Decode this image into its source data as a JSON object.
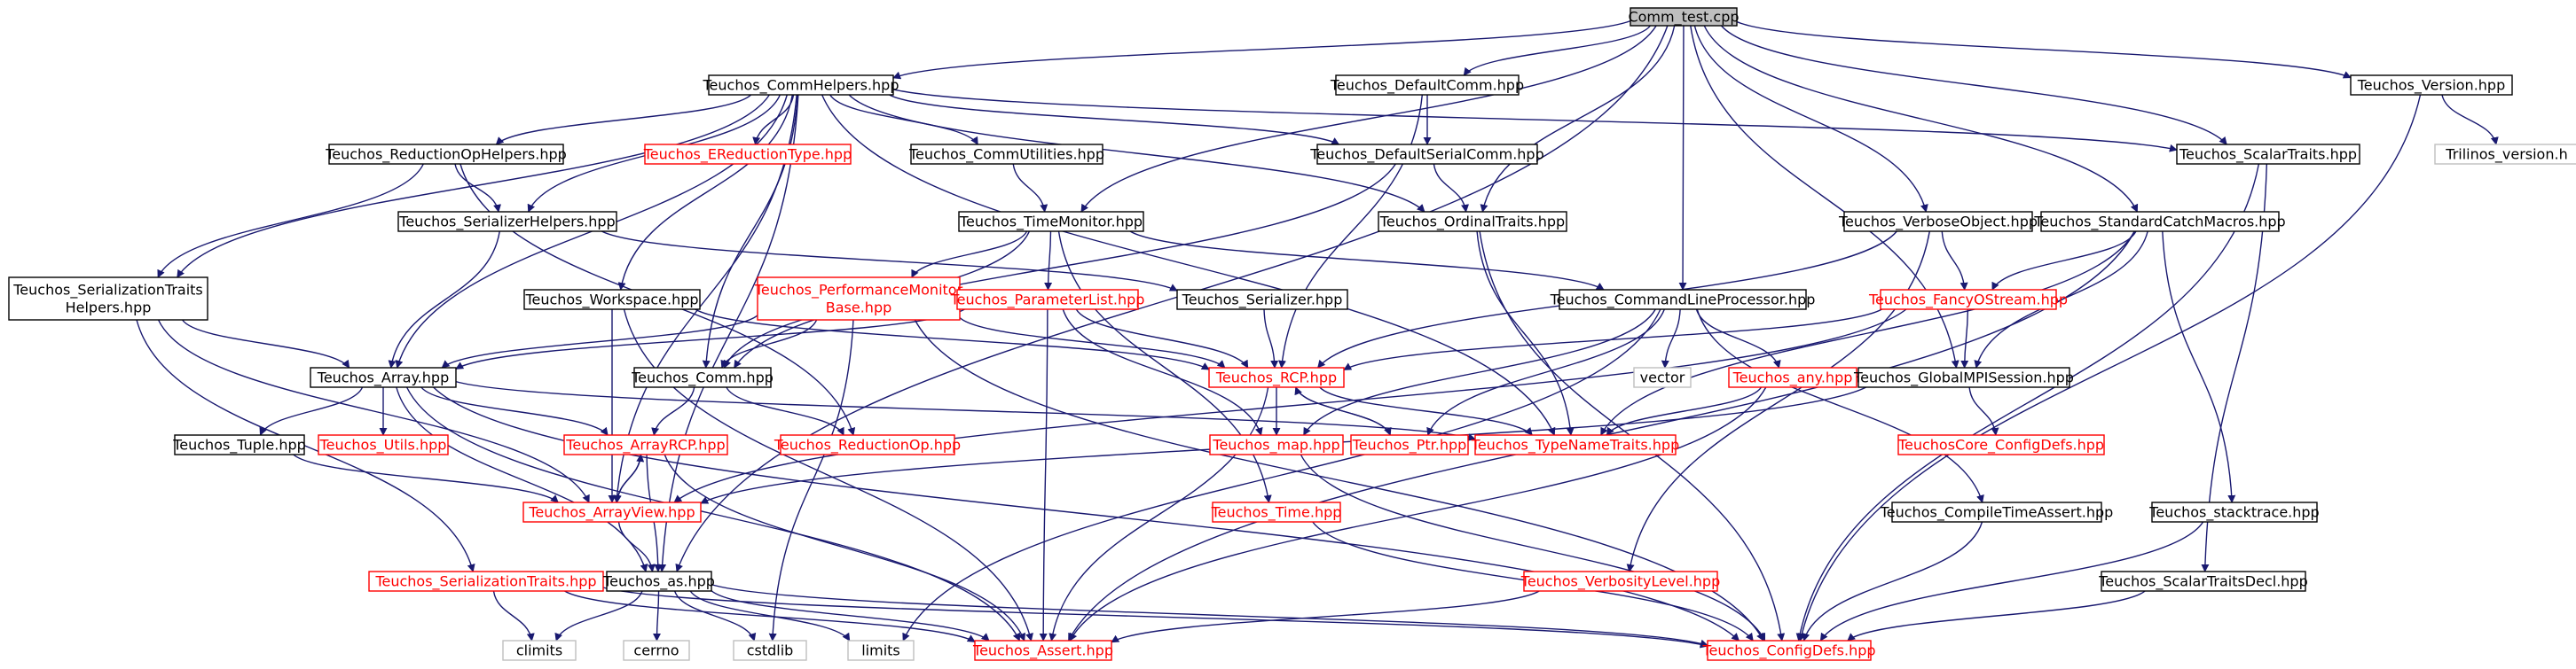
{
  "graph": {
    "nodes": [
      {
        "id": "comm_test",
        "label": "Comm_test.cpp",
        "style": "root"
      },
      {
        "id": "commhelpers",
        "label": "Teuchos_CommHelpers.hpp",
        "style": "normal"
      },
      {
        "id": "defaultcomm",
        "label": "Teuchos_DefaultComm.hpp",
        "style": "normal"
      },
      {
        "id": "version",
        "label": "Teuchos_Version.hpp",
        "style": "normal"
      },
      {
        "id": "trilinos_version",
        "label": "Trilinos_version.h",
        "style": "external"
      },
      {
        "id": "reductionophelpers",
        "label": "Teuchos_ReductionOpHelpers.hpp",
        "style": "normal"
      },
      {
        "id": "ereductiontype",
        "label": "Teuchos_EReductionType.hpp",
        "style": "truncated"
      },
      {
        "id": "commutilities",
        "label": "Teuchos_CommUtilities.hpp",
        "style": "normal"
      },
      {
        "id": "defaultserialcomm",
        "label": "Teuchos_DefaultSerialComm.hpp",
        "style": "normal"
      },
      {
        "id": "scalartraits",
        "label": "Teuchos_ScalarTraits.hpp",
        "style": "normal"
      },
      {
        "id": "serializerhelpers",
        "label": "Teuchos_SerializerHelpers.hpp",
        "style": "normal"
      },
      {
        "id": "timemonitor",
        "label": "Teuchos_TimeMonitor.hpp",
        "style": "normal"
      },
      {
        "id": "ordinaltraits",
        "label": "Teuchos_OrdinalTraits.hpp",
        "style": "normal"
      },
      {
        "id": "verboseobject",
        "label": "Teuchos_VerboseObject.hpp",
        "style": "normal"
      },
      {
        "id": "standardcatchmacros",
        "label": "Teuchos_StandardCatchMacros.hpp",
        "style": "normal"
      },
      {
        "id": "serializationtraitshelpers",
        "label": "Teuchos_SerializationTraits\nHelpers.hpp",
        "style": "normal"
      },
      {
        "id": "workspace",
        "label": "Teuchos_Workspace.hpp",
        "style": "normal"
      },
      {
        "id": "performancemonitorbase",
        "label": "Teuchos_PerformanceMonitor\nBase.hpp",
        "style": "truncated"
      },
      {
        "id": "parameterlist",
        "label": "Teuchos_ParameterList.hpp",
        "style": "truncated"
      },
      {
        "id": "serializer",
        "label": "Teuchos_Serializer.hpp",
        "style": "normal"
      },
      {
        "id": "commandlineprocessor",
        "label": "Teuchos_CommandLineProcessor.hpp",
        "style": "normal"
      },
      {
        "id": "fancyostream",
        "label": "Teuchos_FancyOStream.hpp",
        "style": "truncated"
      },
      {
        "id": "array",
        "label": "Teuchos_Array.hpp",
        "style": "normal"
      },
      {
        "id": "comm",
        "label": "Teuchos_Comm.hpp",
        "style": "normal"
      },
      {
        "id": "rcp",
        "label": "Teuchos_RCP.hpp",
        "style": "truncated"
      },
      {
        "id": "vector",
        "label": "vector",
        "style": "external"
      },
      {
        "id": "any",
        "label": "Teuchos_any.hpp",
        "style": "truncated"
      },
      {
        "id": "globalmpisession",
        "label": "Teuchos_GlobalMPISession.hpp",
        "style": "normal"
      },
      {
        "id": "tuple",
        "label": "Teuchos_Tuple.hpp",
        "style": "normal"
      },
      {
        "id": "utils",
        "label": "Teuchos_Utils.hpp",
        "style": "truncated"
      },
      {
        "id": "arrayrcp",
        "label": "Teuchos_ArrayRCP.hpp",
        "style": "truncated"
      },
      {
        "id": "reductionop",
        "label": "Teuchos_ReductionOp.hpp",
        "style": "truncated"
      },
      {
        "id": "map",
        "label": "Teuchos_map.hpp",
        "style": "truncated"
      },
      {
        "id": "ptr",
        "label": "Teuchos_Ptr.hpp",
        "style": "truncated"
      },
      {
        "id": "typenametraits",
        "label": "Teuchos_TypeNameTraits.hpp",
        "style": "truncated"
      },
      {
        "id": "coreconfigdefs",
        "label": "TeuchosCore_ConfigDefs.hpp",
        "style": "truncated"
      },
      {
        "id": "arrayview",
        "label": "Teuchos_ArrayView.hpp",
        "style": "truncated"
      },
      {
        "id": "time",
        "label": "Teuchos_Time.hpp",
        "style": "truncated"
      },
      {
        "id": "compiletimeassert",
        "label": "Teuchos_CompileTimeAssert.hpp",
        "style": "normal"
      },
      {
        "id": "stacktrace",
        "label": "Teuchos_stacktrace.hpp",
        "style": "normal"
      },
      {
        "id": "serializationtraits",
        "label": "Teuchos_SerializationTraits.hpp",
        "style": "truncated"
      },
      {
        "id": "as",
        "label": "Teuchos_as.hpp",
        "style": "normal"
      },
      {
        "id": "verbositylevel",
        "label": "Teuchos_VerbosityLevel.hpp",
        "style": "truncated"
      },
      {
        "id": "scalartraitsdecl",
        "label": "Teuchos_ScalarTraitsDecl.hpp",
        "style": "normal"
      },
      {
        "id": "climits",
        "label": "climits",
        "style": "external"
      },
      {
        "id": "cerrno",
        "label": "cerrno",
        "style": "external"
      },
      {
        "id": "cstdlib",
        "label": "cstdlib",
        "style": "external"
      },
      {
        "id": "limits",
        "label": "limits",
        "style": "external"
      },
      {
        "id": "assert",
        "label": "Teuchos_Assert.hpp",
        "style": "truncated"
      },
      {
        "id": "configdefs",
        "label": "Teuchos_ConfigDefs.hpp",
        "style": "truncated"
      }
    ],
    "edges": [
      [
        "comm_test",
        "commhelpers"
      ],
      [
        "comm_test",
        "defaultcomm"
      ],
      [
        "comm_test",
        "version"
      ],
      [
        "comm_test",
        "timemonitor"
      ],
      [
        "comm_test",
        "ordinaltraits"
      ],
      [
        "comm_test",
        "verboseobject"
      ],
      [
        "comm_test",
        "standardcatchmacros"
      ],
      [
        "comm_test",
        "scalartraits"
      ],
      [
        "comm_test",
        "commandlineprocessor"
      ],
      [
        "comm_test",
        "globalmpisession"
      ],
      [
        "comm_test",
        "as"
      ],
      [
        "version",
        "trilinos_version"
      ],
      [
        "version",
        "configdefs"
      ],
      [
        "commhelpers",
        "reductionophelpers"
      ],
      [
        "commhelpers",
        "ereductiontype"
      ],
      [
        "commhelpers",
        "commutilities"
      ],
      [
        "commhelpers",
        "defaultserialcomm"
      ],
      [
        "commhelpers",
        "scalartraits"
      ],
      [
        "commhelpers",
        "serializerhelpers"
      ],
      [
        "commhelpers",
        "serializationtraitshelpers"
      ],
      [
        "commhelpers",
        "workspace"
      ],
      [
        "commhelpers",
        "array"
      ],
      [
        "commhelpers",
        "comm"
      ],
      [
        "commhelpers",
        "ordinaltraits"
      ],
      [
        "commhelpers",
        "typenametraits"
      ],
      [
        "commhelpers",
        "as"
      ],
      [
        "commhelpers",
        "arrayview"
      ],
      [
        "defaultcomm",
        "defaultserialcomm"
      ],
      [
        "defaultcomm",
        "rcp"
      ],
      [
        "reductionophelpers",
        "serializerhelpers"
      ],
      [
        "reductionophelpers",
        "serializationtraitshelpers"
      ],
      [
        "reductionophelpers",
        "reductionop"
      ],
      [
        "commutilities",
        "timemonitor"
      ],
      [
        "defaultserialcomm",
        "ordinaltraits"
      ],
      [
        "defaultserialcomm",
        "comm"
      ],
      [
        "scalartraits",
        "scalartraitsdecl"
      ],
      [
        "scalartraits",
        "configdefs"
      ],
      [
        "serializerhelpers",
        "array"
      ],
      [
        "serializerhelpers",
        "serializer"
      ],
      [
        "timemonitor",
        "performancemonitorbase"
      ],
      [
        "timemonitor",
        "parameterlist"
      ],
      [
        "timemonitor",
        "commandlineprocessor"
      ],
      [
        "timemonitor",
        "comm"
      ],
      [
        "timemonitor",
        "time"
      ],
      [
        "ordinaltraits",
        "configdefs"
      ],
      [
        "ordinaltraits",
        "typenametraits"
      ],
      [
        "verboseobject",
        "fancyostream"
      ],
      [
        "verboseobject",
        "rcp"
      ],
      [
        "verboseobject",
        "verbositylevel"
      ],
      [
        "standardcatchmacros",
        "fancyostream"
      ],
      [
        "standardcatchmacros",
        "globalmpisession"
      ],
      [
        "standardcatchmacros",
        "typenametraits"
      ],
      [
        "standardcatchmacros",
        "stacktrace"
      ],
      [
        "standardcatchmacros",
        "assert"
      ],
      [
        "serializationtraitshelpers",
        "array"
      ],
      [
        "serializationtraitshelpers",
        "serializationtraits"
      ],
      [
        "serializationtraitshelpers",
        "arrayview"
      ],
      [
        "workspace",
        "rcp"
      ],
      [
        "workspace",
        "arrayview"
      ],
      [
        "workspace",
        "assert"
      ],
      [
        "performancemonitorbase",
        "array"
      ],
      [
        "performancemonitorbase",
        "comm"
      ],
      [
        "performancemonitorbase",
        "rcp"
      ],
      [
        "performancemonitorbase",
        "cstdlib"
      ],
      [
        "performancemonitorbase",
        "configdefs"
      ],
      [
        "parameterlist",
        "rcp"
      ],
      [
        "parameterlist",
        "array"
      ],
      [
        "parameterlist",
        "map"
      ],
      [
        "parameterlist",
        "assert"
      ],
      [
        "serializer",
        "rcp"
      ],
      [
        "commandlineprocessor",
        "vector"
      ],
      [
        "commandlineprocessor",
        "any"
      ],
      [
        "commandlineprocessor",
        "map"
      ],
      [
        "commandlineprocessor",
        "ptr"
      ],
      [
        "commandlineprocessor",
        "compiletimeassert"
      ],
      [
        "commandlineprocessor",
        "limits"
      ],
      [
        "fancyostream",
        "rcp"
      ],
      [
        "fancyostream",
        "globalmpisession"
      ],
      [
        "fancyostream",
        "arrayview"
      ],
      [
        "array",
        "tuple"
      ],
      [
        "array",
        "utils"
      ],
      [
        "array",
        "arrayrcp"
      ],
      [
        "array",
        "as"
      ],
      [
        "array",
        "assert"
      ],
      [
        "array",
        "typenametraits"
      ],
      [
        "array",
        "configdefs"
      ],
      [
        "comm",
        "reductionop"
      ],
      [
        "comm",
        "arrayrcp"
      ],
      [
        "rcp",
        "map"
      ],
      [
        "rcp",
        "ptr"
      ],
      [
        "rcp",
        "typenametraits"
      ],
      [
        "rcp",
        "assert"
      ],
      [
        "any",
        "typenametraits"
      ],
      [
        "any",
        "assert"
      ],
      [
        "globalmpisession",
        "coreconfigdefs"
      ],
      [
        "globalmpisession",
        "arrayview"
      ],
      [
        "tuple",
        "arrayview"
      ],
      [
        "arrayrcp",
        "arrayview"
      ],
      [
        "arrayrcp",
        "as"
      ],
      [
        "arrayrcp",
        "assert"
      ],
      [
        "ptr",
        "rcp"
      ],
      [
        "map",
        "configdefs"
      ],
      [
        "arrayview",
        "arrayrcp"
      ],
      [
        "arrayview",
        "as"
      ],
      [
        "time",
        "configdefs"
      ],
      [
        "compiletimeassert",
        "configdefs"
      ],
      [
        "stacktrace",
        "configdefs"
      ],
      [
        "serializationtraits",
        "climits"
      ],
      [
        "serializationtraits",
        "configdefs"
      ],
      [
        "as",
        "climits"
      ],
      [
        "as",
        "cerrno"
      ],
      [
        "as",
        "cstdlib"
      ],
      [
        "as",
        "limits"
      ],
      [
        "as",
        "assert"
      ],
      [
        "as",
        "configdefs"
      ],
      [
        "verbositylevel",
        "assert"
      ],
      [
        "scalartraitsdecl",
        "configdefs"
      ],
      [
        "serializationtraits",
        "assert"
      ]
    ],
    "colors": {
      "edge": "#191970",
      "normal_border": "#000000",
      "truncated_border": "#ff0000",
      "external_border": "#bfbfbf",
      "root_fill": "#bfbfbf",
      "node_fill": "#ffffff",
      "truncated_text": "#ff0000",
      "text": "#000000"
    }
  }
}
